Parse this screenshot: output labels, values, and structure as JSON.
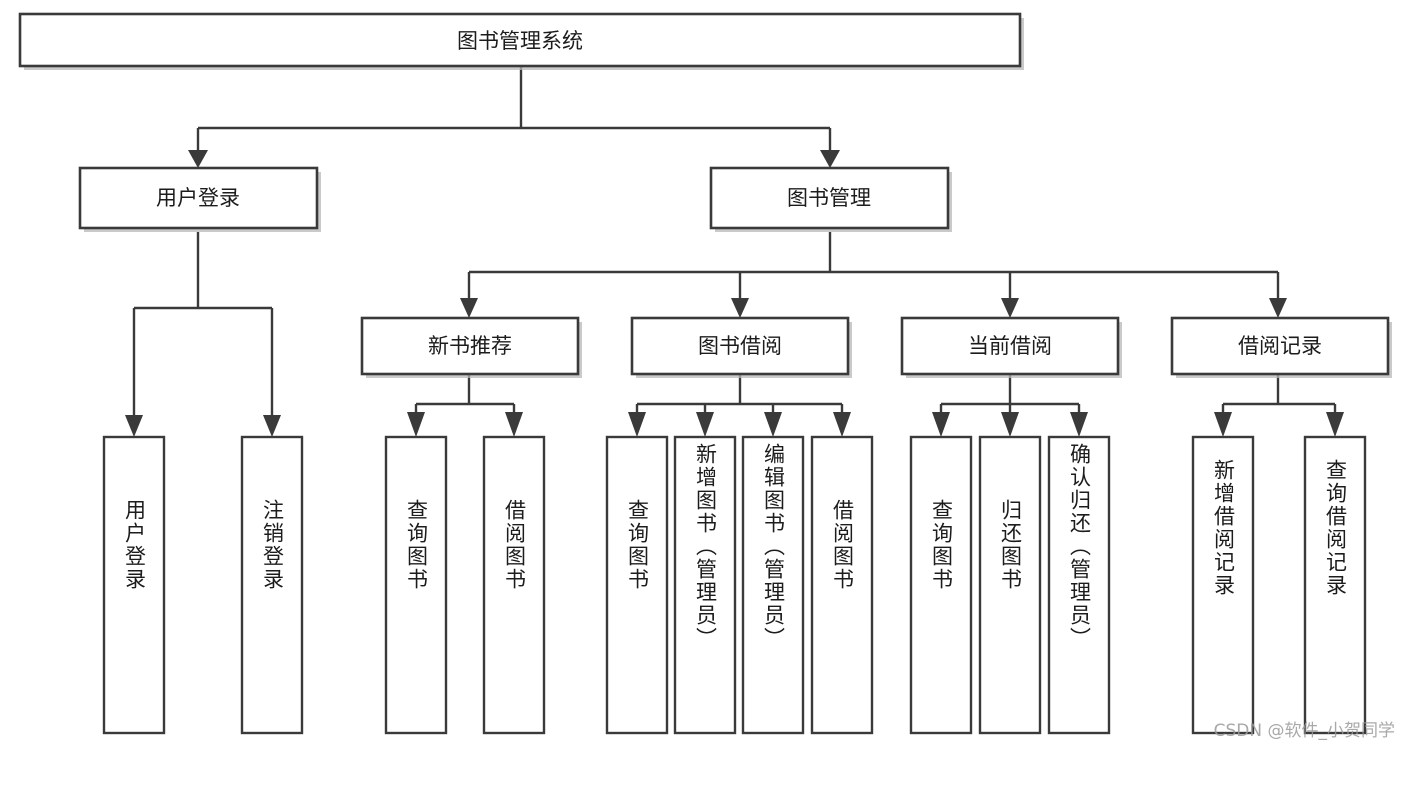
{
  "diagram": {
    "title": "图书管理系统",
    "type": "hierarchy-tree",
    "watermark": "CSDN @软件_小贺同学",
    "colors": {
      "stroke": "#3a3a3a",
      "box_fill": "#ffffff",
      "text": "#1c1c1c",
      "watermark": "#9a9a9a",
      "background": "#ffffff"
    },
    "root": {
      "label": "图书管理系统"
    },
    "level2": [
      {
        "label": "用户登录"
      },
      {
        "label": "图书管理"
      }
    ],
    "level3": [
      {
        "label": "新书推荐"
      },
      {
        "label": "图书借阅"
      },
      {
        "label": "当前借阅"
      },
      {
        "label": "借阅记录"
      }
    ],
    "leaves": {
      "user_login": [
        {
          "label": "用户登录"
        },
        {
          "label": "注销登录"
        }
      ],
      "new_book_rec": [
        {
          "label": "查询图书"
        },
        {
          "label": "借阅图书"
        }
      ],
      "book_borrow": [
        {
          "label": "查询图书"
        },
        {
          "label": "新增图书（管理员）"
        },
        {
          "label": "编辑图书（管理员）"
        },
        {
          "label": "借阅图书"
        }
      ],
      "current_borrow": [
        {
          "label": "查询图书"
        },
        {
          "label": "归还图书"
        },
        {
          "label": "确认归还（管理员）"
        }
      ],
      "borrow_record": [
        {
          "label": "新增借阅记录"
        },
        {
          "label": "查询借阅记录"
        }
      ]
    }
  }
}
